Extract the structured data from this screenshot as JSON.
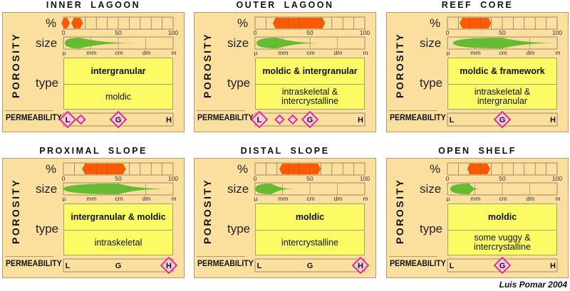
{
  "labels": {
    "porosity": "POROSITY",
    "percent": "%",
    "size": "size",
    "type": "type",
    "permeability": "PERMEABILITY"
  },
  "percent_ticks": [
    "0",
    "50",
    "100"
  ],
  "size_ticks": [
    "µ",
    "mm",
    "cm",
    "dm",
    "m"
  ],
  "colors": {
    "porosity_fill": "#ff5a00",
    "size_fill": "#66bb33",
    "diamond_fill": "#f7c8de",
    "diamond_stroke": "#e5197c"
  },
  "panels": [
    {
      "title": "INNER LAGOON",
      "percent_ranges": [
        [
          0,
          4
        ],
        [
          9,
          16
        ]
      ],
      "size": {
        "start": 0.05,
        "peak": 0.6,
        "end": 2.6
      },
      "type_primary": "intergranular",
      "type_secondary": "moldic",
      "perm_labels": [
        {
          "text": "L",
          "pos": 0,
          "hl": true
        },
        {
          "text": "G",
          "pos": 0.5,
          "hl": true
        },
        {
          "text": "H",
          "pos": 1,
          "hl": false
        }
      ],
      "perm_small": [
        0.13
      ]
    },
    {
      "title": "OUTER LAGOON",
      "percent_ranges": [
        [
          18,
          62
        ]
      ],
      "size": {
        "start": 0.05,
        "peak": 0.8,
        "end": 2.4
      },
      "type_primary": "moldic & intergranular",
      "type_secondary": "intraskeletal & intercrystalline",
      "perm_labels": [
        {
          "text": "L",
          "pos": 0,
          "hl": true
        },
        {
          "text": "G",
          "pos": 0.5,
          "hl": true
        },
        {
          "text": "H",
          "pos": 1,
          "hl": false
        }
      ],
      "perm_small": [
        0.2,
        0.33
      ]
    },
    {
      "title": "REEF CORE",
      "percent_ranges": [
        [
          13,
          38
        ]
      ],
      "size": {
        "start": 0.2,
        "peak": 2,
        "end": 4
      },
      "type_primary": "moldic & framework",
      "type_secondary": "intraskeletal & intergranular",
      "perm_labels": [
        {
          "text": "L",
          "pos": 0,
          "hl": false
        },
        {
          "text": "G",
          "pos": 0.5,
          "hl": true
        },
        {
          "text": "H",
          "pos": 1,
          "hl": false
        }
      ],
      "perm_small": []
    },
    {
      "title": "PROXIMAL SLOPE",
      "percent_ranges": [
        [
          19,
          55
        ]
      ],
      "size": {
        "start": 0,
        "peak": 2,
        "end": 3.8
      },
      "type_primary": "intergranular & moldic",
      "type_secondary": "intraskeletal",
      "perm_labels": [
        {
          "text": "L",
          "pos": 0,
          "hl": false
        },
        {
          "text": "G",
          "pos": 0.5,
          "hl": false
        },
        {
          "text": "H",
          "pos": 1,
          "hl": true
        }
      ],
      "perm_small": []
    },
    {
      "title": "DISTAL SLOPE",
      "percent_ranges": [
        [
          24,
          58
        ]
      ],
      "size": {
        "start": 0,
        "peak": 0.6,
        "end": 1.4
      },
      "type_primary": "moldic",
      "type_secondary": "intercrystalline",
      "perm_labels": [
        {
          "text": "L",
          "pos": 0,
          "hl": false
        },
        {
          "text": "G",
          "pos": 0.5,
          "hl": false
        },
        {
          "text": "H",
          "pos": 1,
          "hl": true
        }
      ],
      "perm_small": []
    },
    {
      "title": "OPEN SHELF",
      "percent_ranges": [
        [
          20,
          37
        ]
      ],
      "size": {
        "start": 0.1,
        "peak": 0.8,
        "end": 1.15
      },
      "type_primary": "moldic",
      "type_secondary": "some vuggy & intercrystalline",
      "perm_labels": [
        {
          "text": "L",
          "pos": 0,
          "hl": false
        },
        {
          "text": "G",
          "pos": 0.5,
          "hl": true
        },
        {
          "text": "H",
          "pos": 1,
          "hl": false
        }
      ],
      "perm_small": []
    }
  ],
  "credit": "Luis Pomar 2004"
}
